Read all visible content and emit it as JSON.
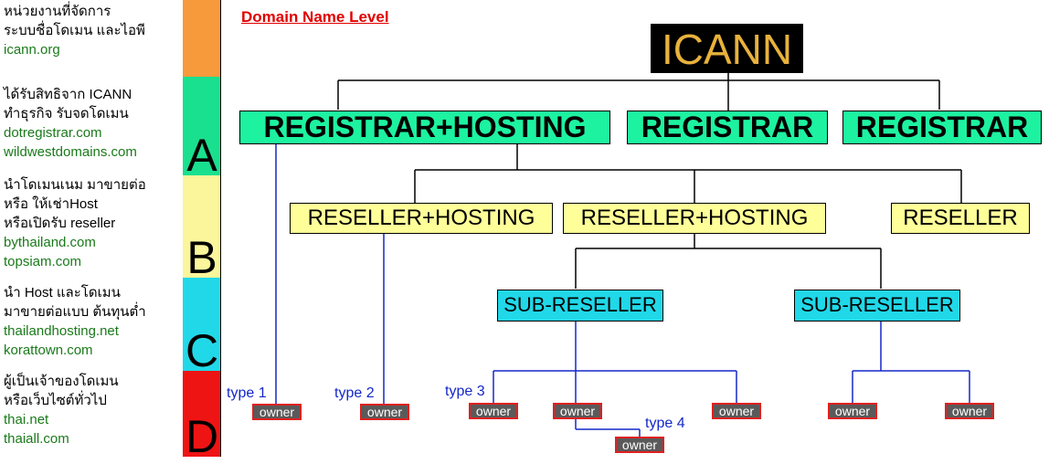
{
  "sidebar": {
    "groups": [
      {
        "text": [
          "หน่วยงานที่จัดการ",
          "ระบบชื่อโดเมน และไอพี"
        ],
        "sites": [
          "icann.org"
        ]
      },
      {
        "text": [
          "ได้รับสิทธิจาก ICANN",
          "ทำธุรกิจ รับจดโดเมน"
        ],
        "sites": [
          "dotregistrar.com",
          "wildwestdomains.com"
        ]
      },
      {
        "text": [
          "นำโดเมนเนม มาขายต่อ",
          "หรือ ให้เช่าHost",
          "หรือเปิดรับ reseller"
        ],
        "sites": [
          "bythailand.com",
          "topsiam.com"
        ]
      },
      {
        "text": [
          "นำ Host และโดเมน",
          "มาขายต่อแบบ ต้นทุนต่ำ"
        ],
        "sites": [
          "thailandhosting.net",
          "korattown.com"
        ]
      },
      {
        "text": [
          "ผู้เป็นเจ้าของโดเมน",
          "หรือเว็บไซต์ทั่วไป"
        ],
        "sites": [
          "thai.net",
          "thaiall.com"
        ]
      }
    ],
    "levels": [
      {
        "letter": "",
        "color": "#f79a3c"
      },
      {
        "letter": "A",
        "color": "#19e08e"
      },
      {
        "letter": "B",
        "color": "#fbf59c"
      },
      {
        "letter": "C",
        "color": "#21d8e8"
      },
      {
        "letter": "D",
        "color": "#ee1414"
      }
    ]
  },
  "diagram": {
    "title": "Domain Name Level",
    "root": "ICANN",
    "registrars": [
      "REGISTRAR+HOSTING",
      "REGISTRAR",
      "REGISTRAR"
    ],
    "resellers": [
      "RESELLER+HOSTING",
      "RESELLER+HOSTING",
      "RESELLER"
    ],
    "sub_resellers": [
      "SUB-RESELLER",
      "SUB-RESELLER"
    ],
    "owner_label": "owner",
    "types": [
      "type 1",
      "type 2",
      "type 3",
      "type 4"
    ],
    "colors": {
      "line_tree": "#000000",
      "line_owner": "#1428c8",
      "title": "#e00000",
      "owner_border": "#e02020"
    }
  }
}
